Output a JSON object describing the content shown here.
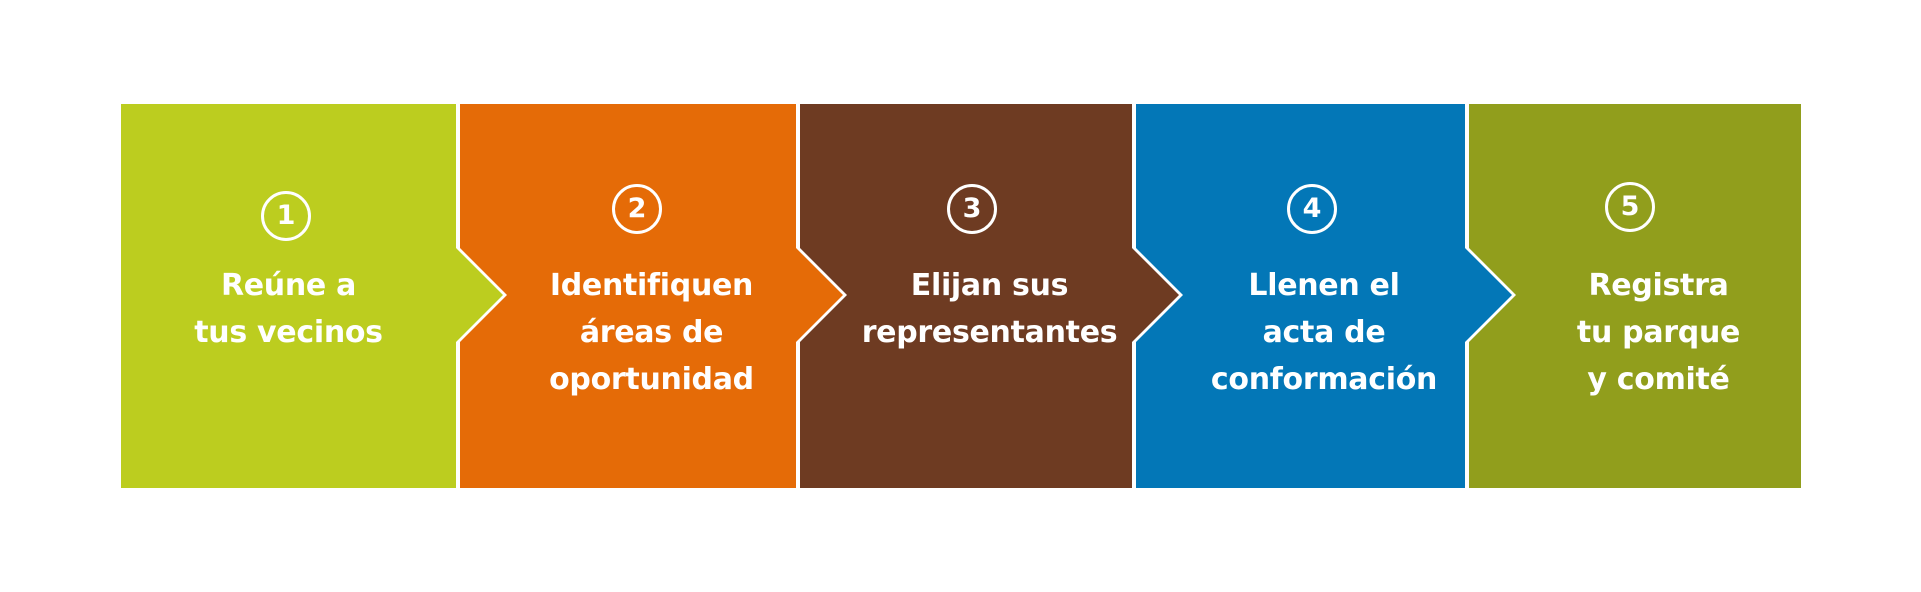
{
  "diagram": {
    "type": "process-flow",
    "background": "#ffffff",
    "divider_color": "#ffffff",
    "steps": [
      {
        "number": "1",
        "lines": [
          "Reúne a",
          "tus vecinos"
        ],
        "color": "#bccd1f"
      },
      {
        "number": "2",
        "lines": [
          "Identifiquen",
          "áreas de",
          "oportunidad"
        ],
        "color": "#e56b07"
      },
      {
        "number": "3",
        "lines": [
          "Elijan sus",
          "representantes"
        ],
        "color": "#6e3b22"
      },
      {
        "number": "4",
        "lines": [
          "Llenen el",
          "acta de",
          "conformación"
        ],
        "color": "#0377b7"
      },
      {
        "number": "5",
        "lines": [
          "Registra",
          "tu parque",
          "y comité"
        ],
        "color": "#919e1c"
      }
    ]
  }
}
